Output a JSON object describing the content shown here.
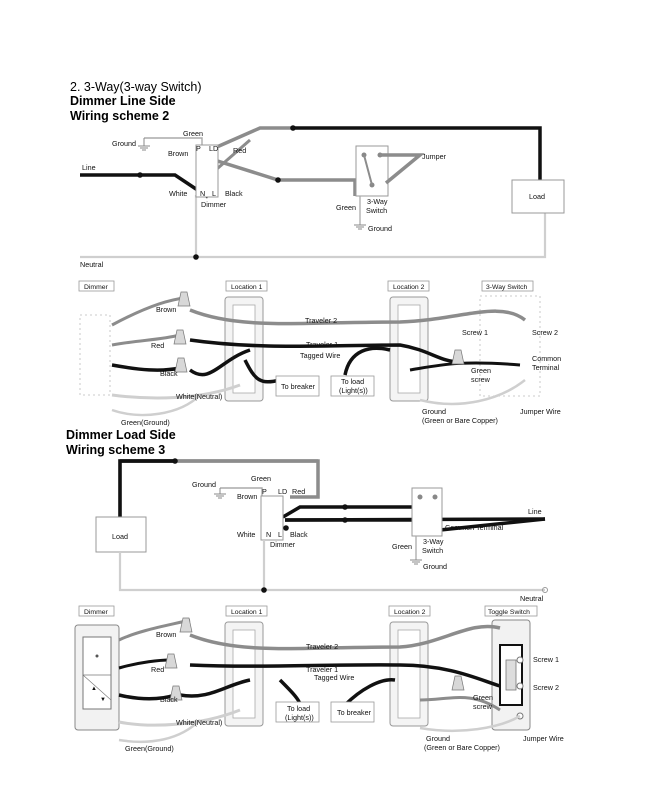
{
  "heading": {
    "line1": "2.  3-Way(3-way Switch)",
    "line2": "Dimmer Line Side",
    "line3": "Wiring scheme 2",
    "line4": "Dimmer Load Side",
    "line5": "Wiring scheme 3"
  },
  "schematic1": {
    "green": "Green",
    "ground": "Ground",
    "brown": "Brown",
    "p": "P",
    "ld": "LD",
    "red": "Red",
    "jumper": "Jumper",
    "line": "Line",
    "white": "White",
    "n": "N",
    "l": "L",
    "black": "Black",
    "dimmer": "Dimmer",
    "green2": "Green",
    "threeway_a": "3-Way",
    "threeway_b": "Switch",
    "ground2": "Ground",
    "load": "Load",
    "neutral": "Neutral"
  },
  "wiring1": {
    "dimmer": "Dimmer",
    "location1": "Location 1",
    "location2": "Location 2",
    "threeway": "3-Way Switch",
    "brown": "Brown",
    "red": "Red",
    "black": "Black",
    "white_neutral": "White(Neutral)",
    "green_ground": "Green(Ground)",
    "traveler2": "Traveler 2",
    "traveler1": "Traveler 1",
    "tagged": "Tagged Wire",
    "to_breaker": "To breaker",
    "to_load_a": "To load",
    "to_load_b": "(Light(s))",
    "screw1": "Screw 1",
    "screw2": "Screw 2",
    "common_a": "Common",
    "common_b": "Terminal",
    "green_a": "Green",
    "green_b": "screw",
    "gnd_a": "Ground",
    "gnd_b": "(Green or Bare Copper)",
    "jumper": "Jumper Wire"
  },
  "schematic2": {
    "green": "Green",
    "ground": "Ground",
    "brown": "Brown",
    "p": "P",
    "ld": "LD",
    "red": "Red",
    "load": "Load",
    "white": "White",
    "n": "N",
    "l": "L",
    "black": "Black",
    "dimmer": "Dimmer",
    "line": "Line",
    "common": "Common Terminal",
    "green2": "Green",
    "threeway_a": "3-Way",
    "threeway_b": "Switch",
    "ground2": "Ground",
    "neutral": "Neutral"
  },
  "wiring2": {
    "dimmer": "Dimmer",
    "location1": "Location 1",
    "location2": "Location 2",
    "toggle": "Toggle Switch",
    "brown": "Brown",
    "red": "Red",
    "black": "Black",
    "white_neutral": "White(Neutral)",
    "green_ground": "Green(Ground)",
    "traveler2": "Traveler 2",
    "traveler1": "Traveler 1",
    "tagged": "Tagged Wire",
    "to_load_a": "To load",
    "to_load_b": "(Light(s))",
    "to_breaker": "To breaker",
    "screw1": "Screw 1",
    "screw2": "Screw 2",
    "green_a": "Green",
    "green_b": "screw",
    "gnd_a": "Ground",
    "gnd_b": "(Green or Bare Copper)",
    "jumper": "Jumper Wire"
  },
  "colors": {
    "black_wire": "#111111",
    "gray_wire": "#8c8c8c",
    "light_wire": "#cfcfcf"
  }
}
